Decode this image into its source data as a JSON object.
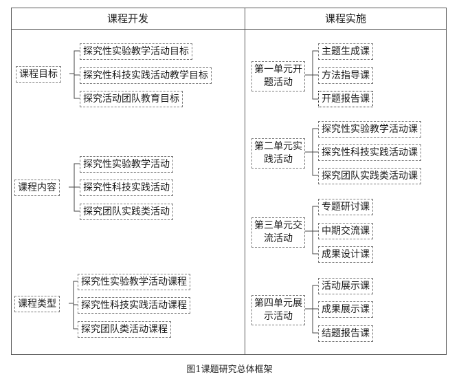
{
  "headers": {
    "left": "课程开发",
    "right": "课程实施"
  },
  "left_groups": [
    {
      "title": "课程目标",
      "items": [
        "探究性实验教学活动目标",
        "探究性科技实践活动教学目标",
        "探究活动团队教育目标"
      ]
    },
    {
      "title": "课程内容",
      "items": [
        "探究性实验教学活动",
        "探究性科技实践活动",
        "探究团队实践类活动"
      ]
    },
    {
      "title": "课程类型",
      "items": [
        "探究性实验教学活动课程",
        "探究性科技实践活动课程",
        "探究团队类活动课程"
      ]
    }
  ],
  "right_units": [
    {
      "title": "第一单元开题活动",
      "items": [
        "主题生成课",
        "方法指导课",
        "开题报告课"
      ]
    },
    {
      "title": "第二单元实践活动",
      "items": [
        "探究性实验教学活动课",
        "探究性科技实践活动课",
        "探究团队实践类活动课"
      ]
    },
    {
      "title": "第三单元交流活动",
      "items": [
        "专题研讨课",
        "中期交流课",
        "成果设计课"
      ]
    },
    {
      "title": "第四单元展示活动",
      "items": [
        "活动展示课",
        "成果展示课",
        "结题报告课"
      ]
    }
  ],
  "caption": "图1课题研究总体框架"
}
